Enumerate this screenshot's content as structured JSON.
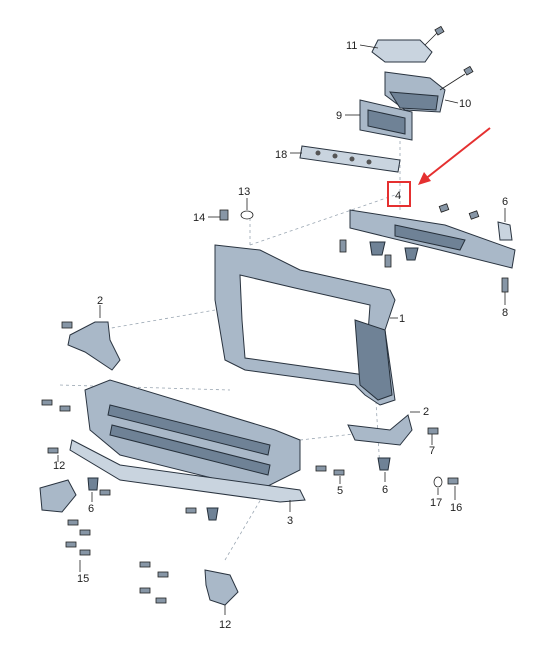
{
  "callouts": {
    "c11": "11",
    "c10": "10",
    "c9": "9",
    "c18": "18",
    "c13": "13",
    "c14": "14",
    "c4": "4",
    "c6a": "6",
    "c8": "8",
    "c2a": "2",
    "c1": "1",
    "c2b": "2",
    "c7": "7",
    "c12a": "12",
    "c6b": "6",
    "c5": "5",
    "c6c": "6",
    "c17": "17",
    "c16": "16",
    "c3": "3",
    "c15": "15",
    "c12b": "12"
  },
  "colors": {
    "highlight_box": "#e53030",
    "arrow": "#e53030",
    "part_fill": "#a9b8c8",
    "part_stroke": "#2a3440"
  }
}
